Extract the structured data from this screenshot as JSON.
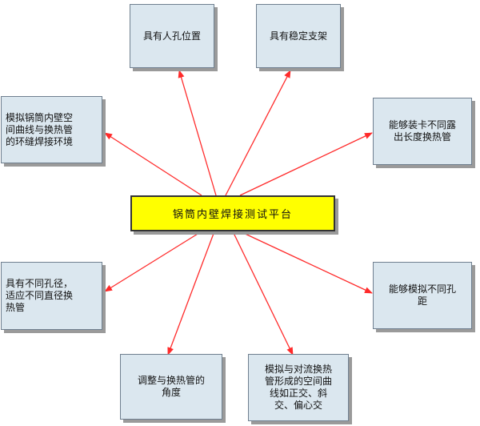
{
  "center": {
    "label": "锅筒内壁焊接测试平台"
  },
  "features": [
    {
      "label": "具有人孔位置"
    },
    {
      "label": "具有稳定支架"
    },
    {
      "label": "模拟锅筒内壁空\n间曲线与换热管\n的环缝焊接环境"
    },
    {
      "label": "能够装卡不同露\n出长度换热管"
    },
    {
      "label": "具有不同孔径，\n适应不同直径换\n热管"
    },
    {
      "label": "能够模拟不同孔\n距"
    },
    {
      "label": "调整与换热管的\n角度"
    },
    {
      "label": "模拟与对流换热\n管形成的空间曲\n线如正交、斜\n交、偏心交"
    }
  ],
  "colors": {
    "arrow": "#ff2a2a",
    "box_fill": "#dbe7ef",
    "center_fill": "#ffff00"
  }
}
